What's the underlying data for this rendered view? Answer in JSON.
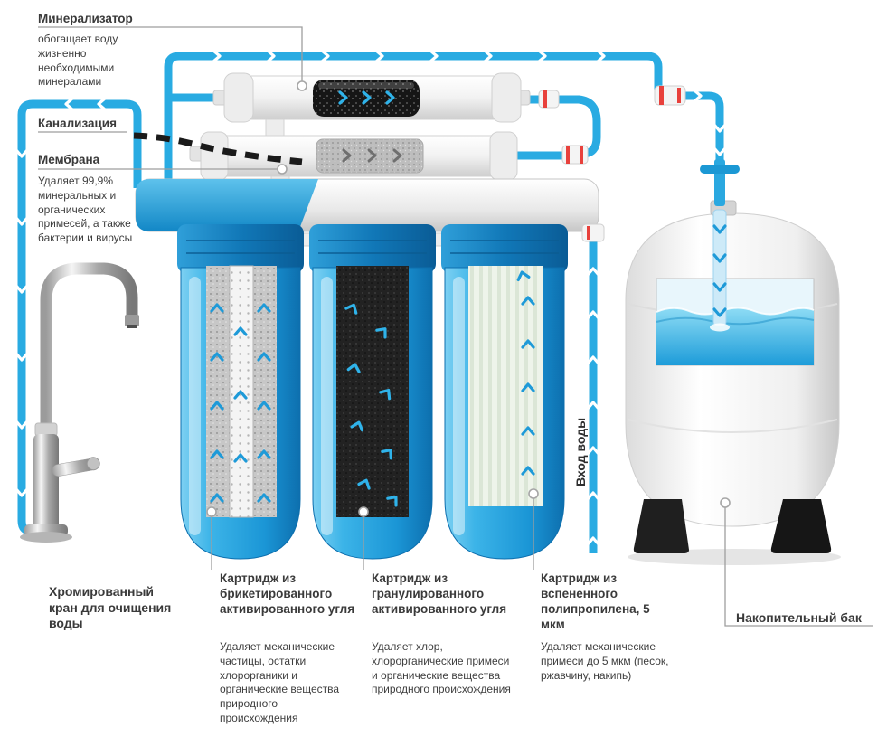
{
  "colors": {
    "tube": "#29abe2",
    "drain": "#1a1a1a",
    "filter_blue": "#1b96d6",
    "fitting_red": "#e8413c",
    "title_text": "#3a3a3a",
    "body_text": "#3e3e3e"
  },
  "labels": {
    "mineralizer_title": "Минерализатор",
    "mineralizer_desc": "обогащает воду жизненно необходимыми минералами",
    "drain_title": "Канализация",
    "membrane_title": "Мембрана",
    "membrane_desc": "Удаляет 99,9% минеральных и органических примесей, а также бактерии и вирусы",
    "faucet_title": "Хромированный кран для очищения воды",
    "inlet_label": "Вход воды",
    "tank_title": "Накопительный бак",
    "cartridges": [
      {
        "title": "Картридж из брикетированного активированного угля",
        "desc": "Удаляет механические частицы, остатки хлорорганики и органические вещества природного происхождения"
      },
      {
        "title": "Картридж из гранулированного активированного угля",
        "desc": "Удаляет хлор, хлорорганические примеси и органические вещества природного происхождения"
      },
      {
        "title": "Картридж из вспененного полипропилена, 5 мкм",
        "desc": "Удаляет механические примеси до 5 мкм (песок, ржавчину, накипь)"
      }
    ]
  }
}
